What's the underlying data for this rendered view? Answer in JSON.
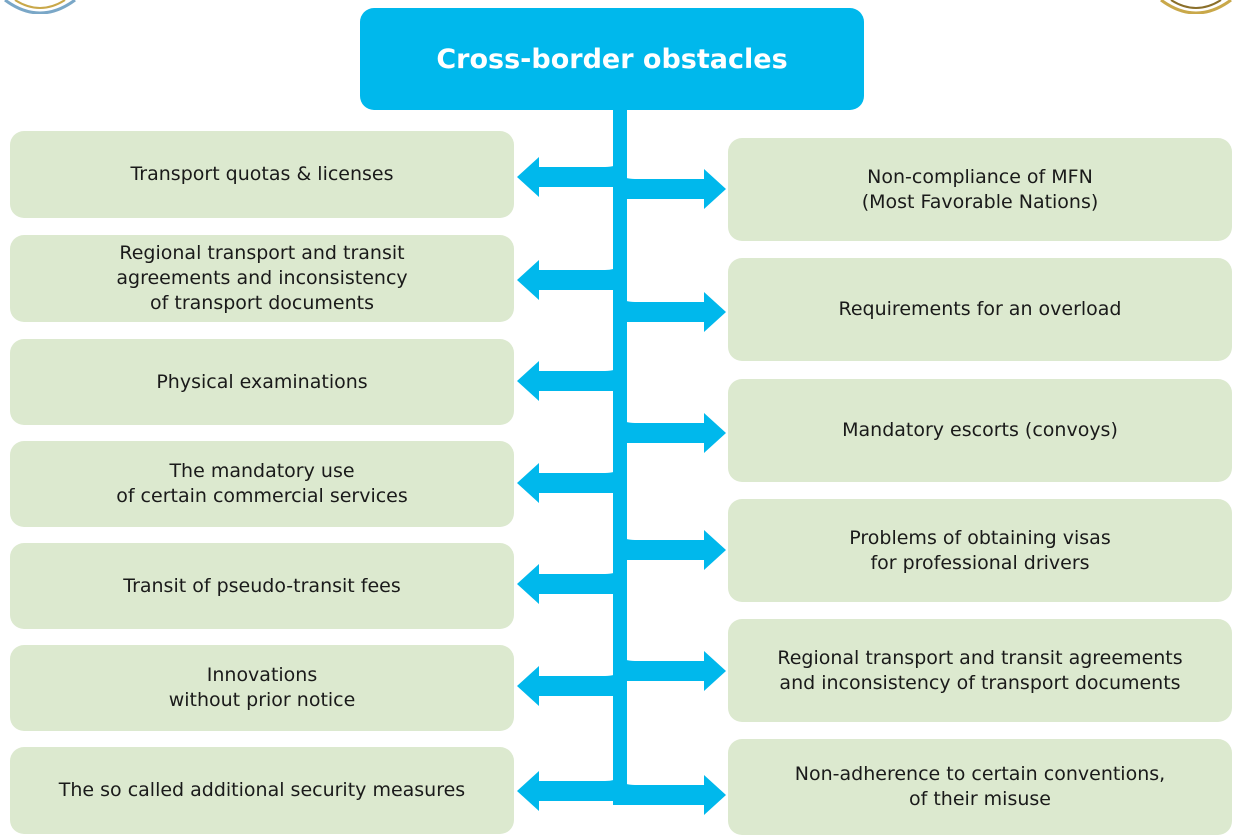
{
  "title": "Cross-border obstacles",
  "colors": {
    "title_box": "#00b8ec",
    "connector": "#00b8ec",
    "obstacle_box": "#dce9cf",
    "text": "#1a1a1a"
  },
  "left_items": [
    "Transport quotas & licenses",
    "Regional transport and transit\nagreements and inconsistency\nof transport  documents",
    "Physical examinations",
    "The mandatory use\nof certain commercial services",
    "Transit of pseudo-transit fees",
    "Innovations\nwithout prior notice",
    "The so called additional security measures"
  ],
  "right_items": [
    "Non-compliance of MFN\n(Most Favorable Nations)",
    "Requirements for an overload",
    "Mandatory escorts (convoys)",
    "Problems of obtaining visas\nfor professional drivers",
    "Regional transport and transit agreements\nand inconsistency of transport documents",
    "Non-adherence to certain conventions,\nof their misuse"
  ]
}
